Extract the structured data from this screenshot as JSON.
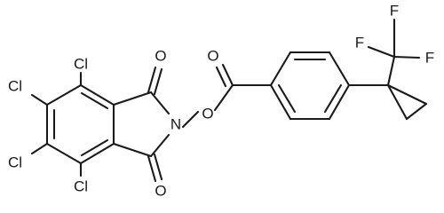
{
  "molecule": {
    "atoms": [
      {
        "id": "cl1",
        "symbol": "Cl"
      },
      {
        "id": "cl2",
        "symbol": "Cl"
      },
      {
        "id": "cl3",
        "symbol": "Cl"
      },
      {
        "id": "cl4",
        "symbol": "Cl"
      },
      {
        "id": "o_top",
        "symbol": "O"
      },
      {
        "id": "o_bottom",
        "symbol": "O"
      },
      {
        "id": "n",
        "symbol": "N"
      },
      {
        "id": "o_ester",
        "symbol": "O"
      },
      {
        "id": "o_carbonyl",
        "symbol": "O"
      },
      {
        "id": "f1",
        "symbol": "F"
      },
      {
        "id": "f2",
        "symbol": "F"
      },
      {
        "id": "f3",
        "symbol": "F"
      }
    ]
  }
}
